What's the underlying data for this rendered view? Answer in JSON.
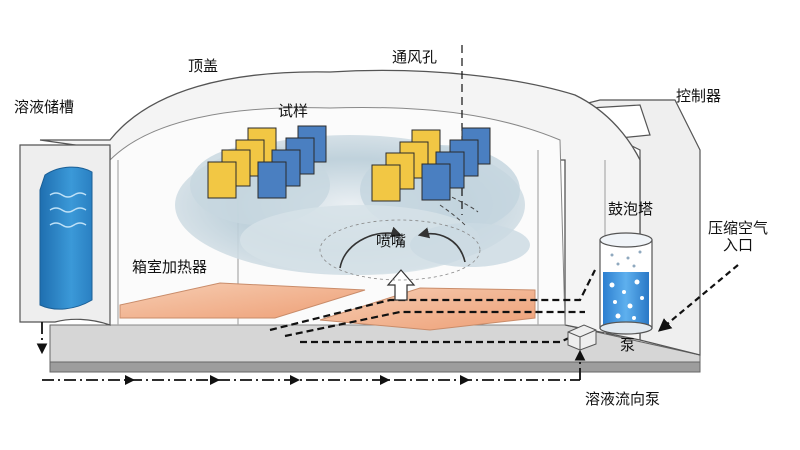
{
  "labels": {
    "top_cover": "顶盖",
    "vent_hole": "通风孔",
    "solution_tank": "溶液储槽",
    "test_sample": "试样",
    "controller": "控制器",
    "bubble_tower": "鼓泡塔",
    "compressed_air_line1": "压缩空气",
    "compressed_air_line2": "入口",
    "nozzle": "喷嘴",
    "chamber_heater": "箱室加热器",
    "pump": "泵",
    "solution_pump": "溶液流向泵"
  },
  "colors": {
    "sample_yellow": "#f2c744",
    "sample_blue": "#4a7fc1",
    "water": "#2e86c9",
    "heater": "#f2b48e",
    "mist": "#b9cdd8",
    "shell": "#f3f3f3",
    "base": "#c9c9c9",
    "outline": "#555555"
  }
}
